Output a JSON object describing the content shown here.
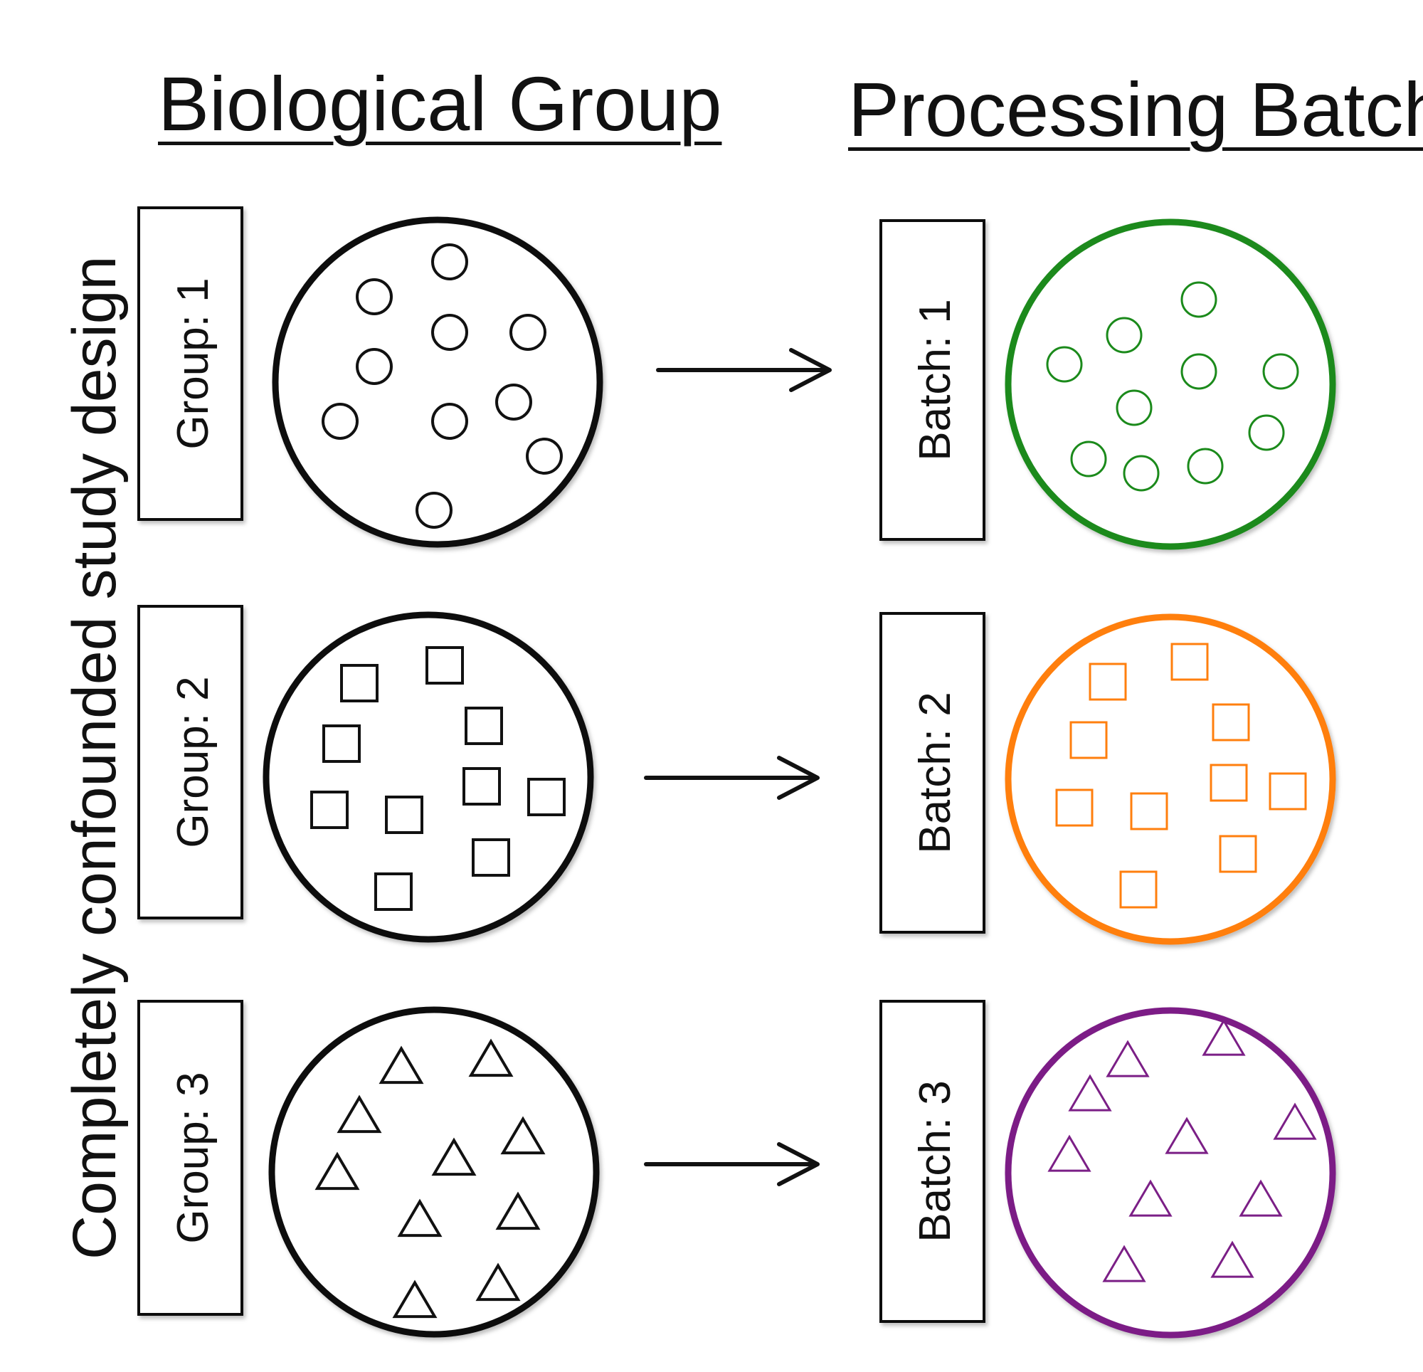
{
  "headers": {
    "biological": "Biological Group",
    "processing": "Processing Batch"
  },
  "side_label": "Completely confounded study design",
  "rows": [
    {
      "group_label": "Group: 1",
      "batch_label": "Batch: 1",
      "shape": "circle",
      "batch_color": "#1b8a1b"
    },
    {
      "group_label": "Group: 2",
      "batch_label": "Batch: 2",
      "shape": "square",
      "batch_color": "#ff7f0e"
    },
    {
      "group_label": "Group: 3",
      "batch_label": "Batch: 3",
      "shape": "triangle",
      "batch_color": "#7b1f86"
    }
  ],
  "colors": {
    "group_outline": "#111111",
    "arrow": "#111111"
  }
}
